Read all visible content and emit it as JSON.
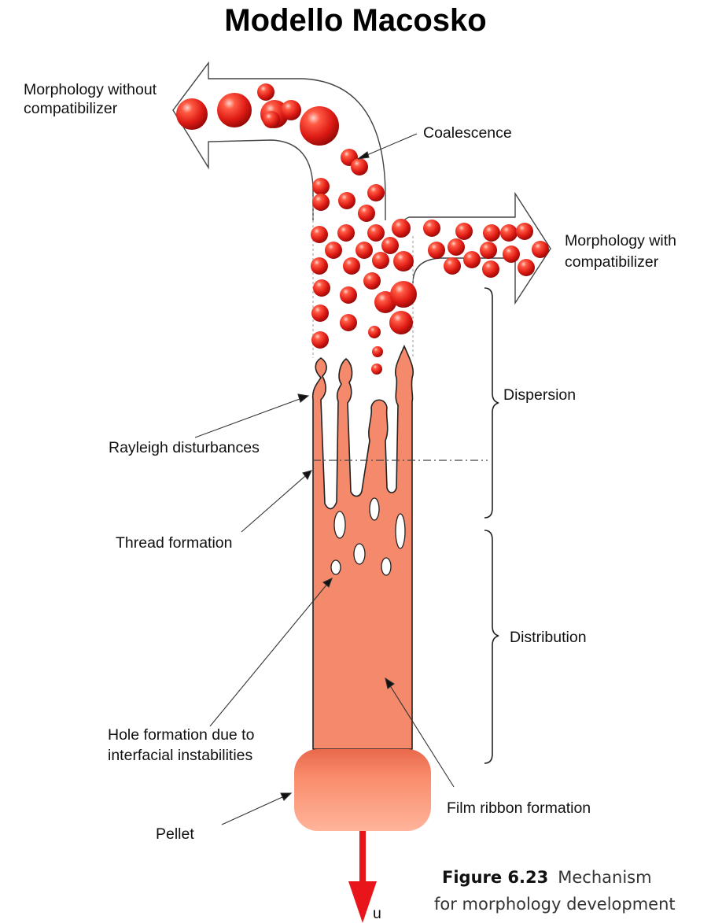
{
  "title": "Modello Macosko",
  "labels": {
    "without_line1": "Morphology without",
    "without_line2": "compatibilizer",
    "coalescence": "Coalescence",
    "with_line1": "Morphology with",
    "with_line2": "compatibilizer",
    "dispersion": "Dispersion",
    "rayleigh": "Rayleigh disturbances",
    "thread": "Thread formation",
    "distribution": "Distribution",
    "hole_line1": "Hole formation due to",
    "hole_line2": "interfacial instabilities",
    "film": "Film ribbon formation",
    "pellet": "Pellet",
    "u": "u"
  },
  "caption": {
    "figure": "Figure 6.23",
    "line1_rest": "Mechanism",
    "line2": "for morphology development"
  },
  "colors": {
    "ribbon": "#f4896b",
    "droplet": "#e8231c",
    "arrow_red": "#e8161b",
    "outline": "#222222"
  }
}
